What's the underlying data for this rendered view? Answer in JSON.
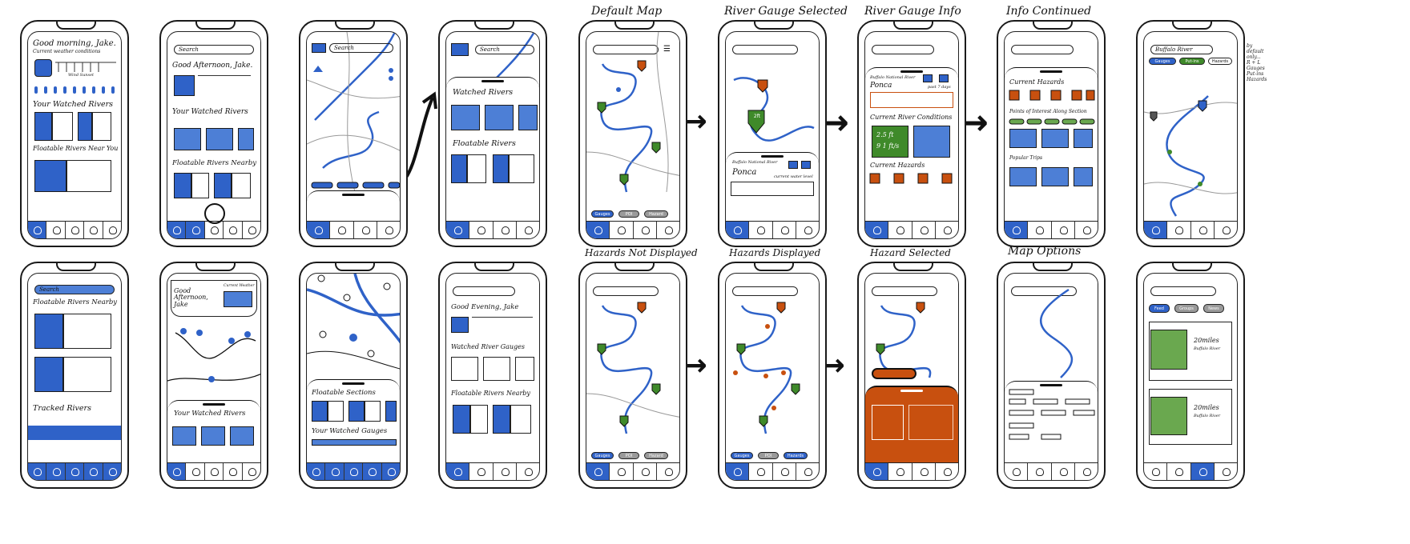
{
  "titles": {
    "default_map": "Default Map",
    "gauge_selected": "River Gauge Selected",
    "gauge_info": "River Gauge Info",
    "info_continued": "Info Continued",
    "hazards_not": "Hazards Not Displayed",
    "hazards_yes": "Hazards Displayed",
    "hazard_selected": "Hazard Selected",
    "map_options": "Map Options"
  },
  "screens": {
    "s1": {
      "greeting": "Good morning, Jake.",
      "weather": "Current weather conditions",
      "wind": "Wind Sunset",
      "watched": "Your Watched Rivers",
      "floatable": "Floatable Rivers Near You"
    },
    "s2": {
      "search": "Search",
      "greeting": "Good Afternoon, Jake.",
      "watched": "Your Watched Rivers",
      "floatable": "Floatable Rivers Nearby"
    },
    "s3": {
      "search": "Search"
    },
    "s4": {
      "search": "Search",
      "watched": "Watched Rivers",
      "floatable": "Floatable Rivers"
    },
    "s5": {
      "chips": [
        "Gauges",
        "POI",
        "Hazard"
      ]
    },
    "s6": {
      "park": "Buffalo National River",
      "place": "Ponca",
      "level": "current water level",
      "pill": "2ft"
    },
    "s7": {
      "park": "Buffalo National River",
      "place": "Ponca",
      "days": "past 7 days",
      "conditions": "Current River Conditions",
      "v1": "2.5 ft",
      "v2": "9 1 ft/s",
      "hazards": "Current Hazards"
    },
    "s8": {
      "hazards": "Current Hazards",
      "poi": "Points of Interest Along Section",
      "trips": "Popular Trips"
    },
    "s9": {
      "search": "Buffalo River",
      "chips": [
        "Gauges",
        "Put-ins",
        "Hazards"
      ],
      "note": "by default only...\nR + L\nGauges\nPut-ins\nHazards"
    },
    "b1": {
      "search": "Search",
      "floatable": "Floatable Rivers Nearby",
      "tracked": "Tracked Rivers"
    },
    "b2": {
      "greeting": "Good Afternoon, Jake",
      "weather": "Current Weather",
      "watched": "Your Watched Rivers"
    },
    "b3": {
      "floatable": "Floatable Sections",
      "watched": "Your Watched Gauges"
    },
    "b4": {
      "greeting": "Good Evening, Jake",
      "watched": "Watched River Gauges",
      "floatable": "Floatable Rivers Nearby"
    },
    "b5": {
      "chips": [
        "Gauges",
        "POI",
        "Hazard"
      ]
    },
    "b6": {
      "chips": [
        "Gauges",
        "POI",
        "Hazards"
      ]
    },
    "b7": {},
    "b8": {},
    "b9": {
      "tabs": [
        "Feed",
        "Groups",
        "News"
      ],
      "post1": "20miles",
      "post1sub": "Buffalo River",
      "post2": "20miles",
      "post2sub": "Buffalo River"
    }
  },
  "colors": {
    "blue": "#2f62c8",
    "orange": "#c8500f",
    "green": "#3f8a2a",
    "grey": "#9a9a9a"
  },
  "icons": [
    "search-icon",
    "settings-icon",
    "filter-icon",
    "map-pin-icon",
    "arrow-right-icon"
  ]
}
